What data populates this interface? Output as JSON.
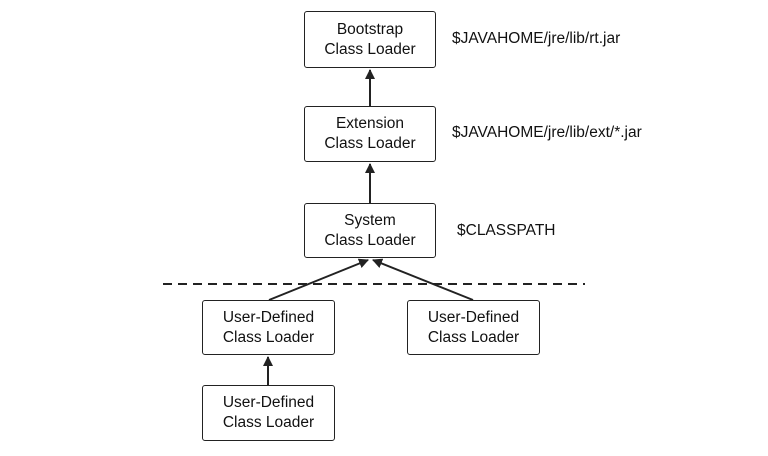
{
  "nodes": {
    "bootstrap": {
      "line1": "Bootstrap",
      "line2": "Class Loader"
    },
    "extension": {
      "line1": "Extension",
      "line2": "Class Loader"
    },
    "system": {
      "line1": "System",
      "line2": "Class Loader"
    },
    "user_left": {
      "line1": "User-Defined",
      "line2": "Class Loader"
    },
    "user_right": {
      "line1": "User-Defined",
      "line2": "Class Loader"
    },
    "user_bottom": {
      "line1": "User-Defined",
      "line2": "Class Loader"
    }
  },
  "paths": {
    "bootstrap": "$JAVAHOME/jre/lib/rt.jar",
    "extension": "$JAVAHOME/jre/lib/ext/*.jar",
    "system": "$CLASSPATH"
  },
  "colors": {
    "stroke": "#222222",
    "text": "#111111",
    "background": "#ffffff"
  }
}
